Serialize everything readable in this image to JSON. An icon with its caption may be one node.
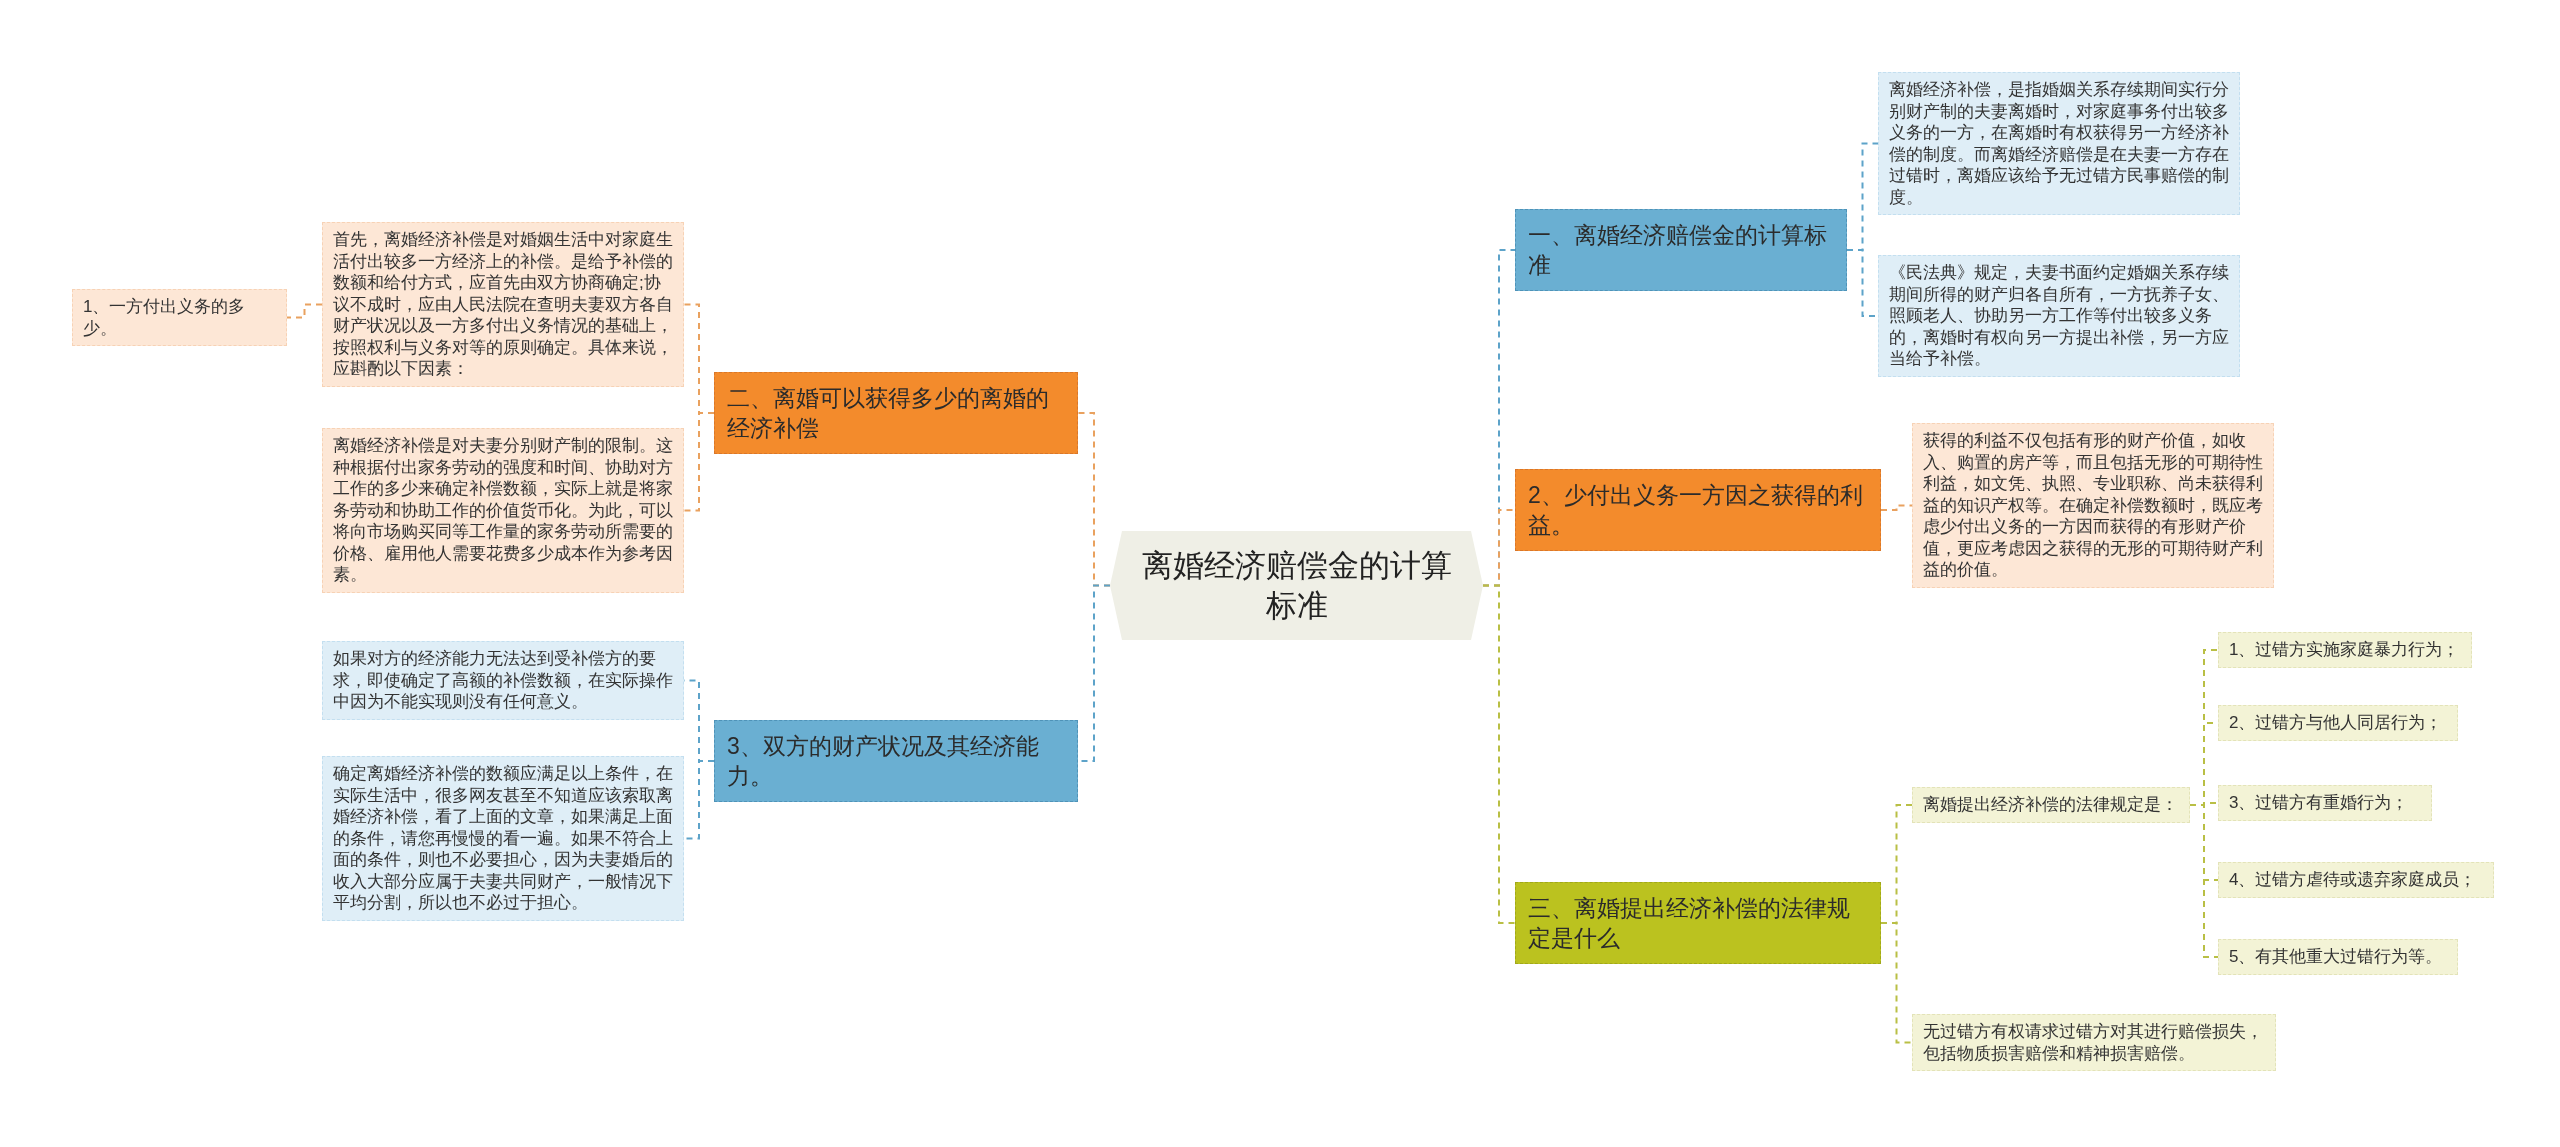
{
  "diagram": {
    "nodes": [
      {
        "text": [
          "离婚经济赔偿金的计算标准"
        ]
      },
      {
        "text": [
          "二、离婚可以获得多少的离婚的经济补偿"
        ]
      },
      {
        "text": [
          "首先，离婚经济补偿是对婚姻生活中对家庭生活付出较多一方经济上的补偿。是给予补偿的数额和给付方式，应首先由双方协商确定;协议不成时，应由人民法院在查明夫妻双方各自财产状况以及一方多付出义务情况的基础上，按照权利与义务对等的原则确定。具体来说，应斟酌以下因素："
        ]
      },
      {
        "text": [
          "1、一方付出义务的多少。"
        ]
      },
      {
        "text": [
          "离婚经济补偿是对夫妻分别财产制的限制。这种根据付出家务劳动的强度和时间、协助对方工作的多少来确定补偿数额，实际上就是将家务劳动和协助工作的价值货币化。为此，可以将向市场购买同等工作量的家务劳动所需要的价格、雇用他人需要花费多少成本作为参考因素。"
        ]
      },
      {
        "text": [
          "3、双方的财产状况及其经济能力。"
        ]
      },
      {
        "text": [
          "如果对方的经济能力无法达到受补偿方的要求，即使确定了高额的补偿数额，在实际操作中因为不能实现则没有任何意义。"
        ]
      },
      {
        "text": [
          "确定离婚经济补偿的数额应满足以上条件，在实际生活中，很多网友甚至不知道应该索取离婚经济补偿，看了上面的文章，如果满足上面的条件，请您再慢慢的看一遍。如果不符合上面的条件，则也不必要担心，因为夫妻婚后的收入大部分应属于夫妻共同财产，一般情况下平均分割，所以也不必过于担心。"
        ]
      },
      {
        "text": [
          "一、离婚经济赔偿金的计算标准"
        ]
      },
      {
        "text": [
          "离婚经济补偿，是指婚姻关系存续期间实行分别财产制的夫妻离婚时，对家庭事务付出较多义务的一方，在离婚时有权获得另一方经济补偿的制度。而离婚经济赔偿是在夫妻一方存在过错时，离婚应该给予无过错方民事赔偿的制度。"
        ]
      },
      {
        "text": [
          "《民法典》规定，夫妻书面约定婚姻关系存续期间所得的财产归各自所有，一方抚养子女、照顾老人、协助另一方工作等付出较多义务的，离婚时有权向另一方提出补偿，另一方应当给予补偿。"
        ]
      },
      {
        "text": [
          "2、少付出义务一方因之获得的利益。"
        ]
      },
      {
        "text": [
          "获得的利益不仅包括有形的财产价值，如收入、购置的房产等，而且包括无形的可期待性利益，如文凭、执照、专业职称、尚未获得利益的知识产权等。在确定补偿数额时，既应考虑少付出义务的一方因而获得的有形财产价值，更应考虑因之获得的无形的可期待财产利益的价值。"
        ]
      },
      {
        "text": [
          "三、离婚提出经济补偿的法律规定是什么"
        ]
      },
      {
        "text": [
          "离婚提出经济补偿的法律规定是："
        ]
      },
      {
        "text": [
          "1、过错方实施家庭暴力行为；"
        ]
      },
      {
        "text": [
          "2、过错方与他人同居行为；"
        ]
      },
      {
        "text": [
          "3、过错方有重婚行为；"
        ]
      },
      {
        "text": [
          "4、过错方虐待或遗弃家庭成员；"
        ]
      },
      {
        "text": [
          "5、有其他重大过错行为等。"
        ]
      },
      {
        "text": [
          "无过错方有权请求过错方对其进行赔偿损失，包括物质损害赔偿和精神损害赔偿。"
        ]
      }
    ],
    "edges": [
      {
        "from": 0,
        "to": 1,
        "arrow": "none",
        "style": "dashed",
        "color": "#e9a15f"
      },
      {
        "from": 1,
        "to": 2,
        "arrow": "none",
        "style": "dashed",
        "color": "#e9a15f"
      },
      {
        "from": 2,
        "to": 3,
        "arrow": "none",
        "style": "dashed",
        "color": "#e9a15f"
      },
      {
        "from": 1,
        "to": 4,
        "arrow": "none",
        "style": "dashed",
        "color": "#e9a15f"
      },
      {
        "from": 0,
        "to": 5,
        "arrow": "none",
        "style": "dashed",
        "color": "#5da3c9"
      },
      {
        "from": 5,
        "to": 6,
        "arrow": "none",
        "style": "dashed",
        "color": "#5da3c9"
      },
      {
        "from": 5,
        "to": 7,
        "arrow": "none",
        "style": "dashed",
        "color": "#5da3c9"
      },
      {
        "from": 0,
        "to": 8,
        "arrow": "none",
        "style": "dashed",
        "color": "#5da3c9"
      },
      {
        "from": 8,
        "to": 9,
        "arrow": "none",
        "style": "dashed",
        "color": "#5da3c9"
      },
      {
        "from": 8,
        "to": 10,
        "arrow": "none",
        "style": "dashed",
        "color": "#5da3c9"
      },
      {
        "from": 0,
        "to": 11,
        "arrow": "none",
        "style": "dashed",
        "color": "#e9a15f"
      },
      {
        "from": 11,
        "to": 12,
        "arrow": "none",
        "style": "dashed",
        "color": "#e9a15f"
      },
      {
        "from": 0,
        "to": 13,
        "arrow": "none",
        "style": "dashed"
      },
      {
        "from": 13,
        "to": 14,
        "arrow": "none",
        "style": "dashed"
      },
      {
        "from": 14,
        "to": 15,
        "arrow": "none",
        "style": "dashed"
      },
      {
        "from": 14,
        "to": 16,
        "arrow": "none",
        "style": "dashed"
      },
      {
        "from": 14,
        "to": 17,
        "arrow": "none",
        "style": "dashed"
      },
      {
        "from": 14,
        "to": 18,
        "arrow": "none",
        "style": "dashed"
      },
      {
        "from": 14,
        "to": 19,
        "arrow": "none",
        "style": "dashed"
      },
      {
        "from": 13,
        "to": 20,
        "arrow": "none",
        "style": "dashed"
      }
    ]
  }
}
